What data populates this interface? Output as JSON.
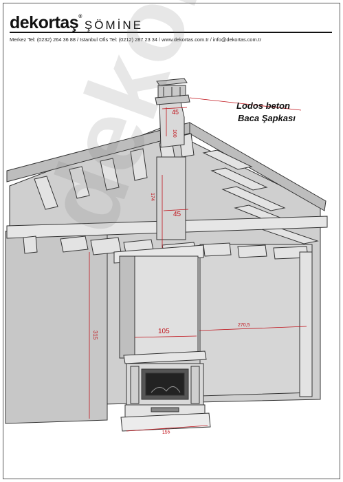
{
  "header": {
    "brand_name": "dekortaş",
    "brand_mark": "®",
    "product": "ŞÖMİNE",
    "contact": "Merkez Tel: (0232) 264 36 88  /   Istanbul Ofis Tel: (0212) 287 23 34  / www.dekortas.com.tr / info@dekortas.com.tr"
  },
  "drawing": {
    "callout_line1": "Lodos beton",
    "callout_line2": "Baca Şapkası",
    "dimensions": {
      "chimney_top_width": "45",
      "chimney_top_height": "100",
      "chimney_roof_height": "174",
      "chimney_width": "45",
      "column_height": "315",
      "wall_width": "270,5",
      "column_width": "105",
      "base_width": "155"
    }
  },
  "colors": {
    "accent": "#d9262b",
    "dimension": "#c0121a",
    "wall": "#cfcfcf",
    "beam": "#e3e3e3",
    "outline": "#333333"
  }
}
